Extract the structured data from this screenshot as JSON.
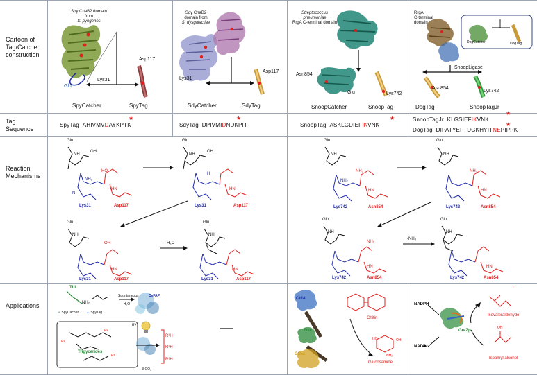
{
  "row_labels": {
    "cartoon": "Cartoon of Tag/Catcher construction",
    "sequence": "Tag Sequence",
    "mechanism": "Reaction Mechanisms",
    "applications": "Applications"
  },
  "cartoon": {
    "spy": {
      "domain_title": "Spy CnaB2 domain from",
      "domain_species": "S. pyogenes",
      "glu": "Glu",
      "lys": "Lys31",
      "asp": "Asp117",
      "catcher": "SpyCatcher",
      "tag": "SpyTag"
    },
    "sdy": {
      "domain_title_1": "Sdy CnaB2",
      "domain_title_2": "domain from",
      "domain_species": "S. dysgalactiae",
      "lys": "Lys31",
      "asp": "Asp117",
      "catcher": "SdyCatcher",
      "tag": "SdyTag"
    },
    "snoop": {
      "species_1": "Streptococcus",
      "species_2": "pneumoniae",
      "domain": "RrgA C-terminal domain",
      "asn": "Asn854",
      "glu": "Glu",
      "lys": "Lys742",
      "catcher": "SnoopCatcher",
      "tag": "SnoopTag"
    },
    "dog": {
      "title_1": "RrgA",
      "title_2": "C-terminal",
      "title_3": "domain",
      "inset_catcher": "DogCatcher",
      "inset_tag": "DogTag",
      "ligase": "SnoopLigase",
      "asn": "Asn854",
      "lys": "Lys742",
      "tag": "DogTag",
      "tagjr": "SnoopTagJr"
    }
  },
  "sequences": {
    "spy": {
      "name": "SpyTag",
      "pre": "AHIVMV",
      "mark": "D",
      "post": "AYKPTK"
    },
    "sdy": {
      "name": "SdyTag",
      "pre": "DPIVMI",
      "mark": "D",
      "post": "NDKPIT"
    },
    "snoop": {
      "name": "SnoopTag",
      "pre": "ASKLGDIEF",
      "mark": "IK",
      "post": "VNK"
    },
    "snoopjr": {
      "name": "SnoopTagJr",
      "pre": "KLGSIEF",
      "mark": "IK",
      "post": "VNK"
    },
    "dog": {
      "name": "DogTag",
      "pre": "DIPATYEFTDGKHYIT",
      "mark": "NE",
      "post": "PIPPK"
    }
  },
  "mechanism": {
    "glu": "Glu",
    "lys31": "Lys31",
    "asp117": "Asp117",
    "lys742": "Lys742",
    "asn854": "Asn854",
    "minus_water": "-H₂O",
    "minus_ammonia": "-NH₃",
    "nh": "NH",
    "o": "O",
    "oh": "OH",
    "hn": "HN",
    "n": "N",
    "h": "H",
    "nh2": "NH₂",
    "ho": "HO"
  },
  "applications": {
    "panel1": {
      "tll": "TLL",
      "nh2": "NH₂",
      "spontaneous": "Spontaneous",
      "h2o": "-H₂O",
      "cvfap": "CvFAP",
      "spycatcher": "SpyCacher",
      "spytag": "SpyTag",
      "hv": "hν",
      "triglycerides": "Trigycerides",
      "r1h": "R¹H",
      "r2h": "R²H",
      "r3h": "R³H",
      "glycerol": "+ 3 CO₂",
      "r1": "R¹",
      "r2": "R²",
      "r3": "R³"
    },
    "panel3": {
      "chia": "ChiA",
      "dac": "Dac",
      "glma": "Glma",
      "chitin": "Chitin",
      "glucosamine": "Glucosamine",
      "oh": "OH",
      "nh2": "NH₂",
      "ho": "HO"
    },
    "panel4": {
      "nadph": "NADPH",
      "nadp": "NADP⁺",
      "enzyme": "GreZp",
      "product1": "Isovaleraldehyde",
      "product2": "Isoamyl alcohol",
      "oh": "OH",
      "o": "O"
    }
  },
  "colors": {
    "red": "#e0201e",
    "blue": "#1f2aa8",
    "green": "#2e8b3a",
    "grid": "#9aa4b5"
  }
}
